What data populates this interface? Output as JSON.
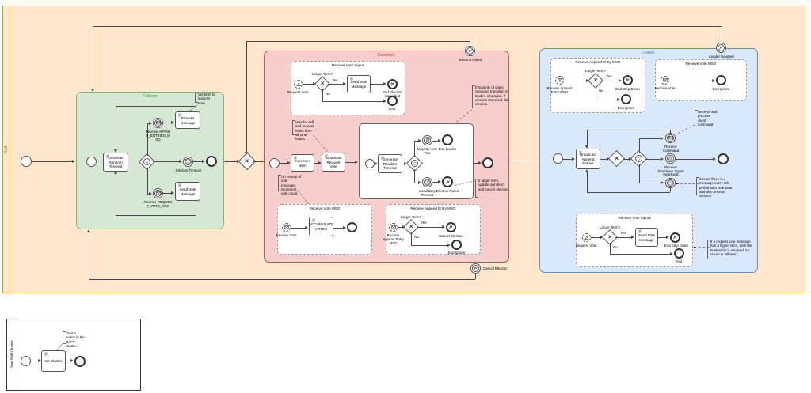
{
  "pool": {
    "label": "Raft"
  },
  "common": {
    "yes": "Yes",
    "no": "No"
  },
  "follower": {
    "label": "Follower",
    "task_generate": "Generate Random Timeout",
    "task_process": "Process Message",
    "task_send_vote": "Send Vote Message",
    "evt_append": "Receive APPEND_ENTRIES_MSG",
    "evt_timeout": "Election Timeout",
    "evt_request_vote": "Receive REQUEST_VOTE_MSG",
    "anno_set_term": "Set term to leader's term"
  },
  "candidate": {
    "label": "Candidate",
    "boundary_election_failed": "Election Failed",
    "boundary_cancel_election": "Cancel Election",
    "task_increment": "Increment term",
    "task_broadcast": "Broadcast Request Vote",
    "task_generate": "Generate Random Timeout",
    "evt_majority": "Majority Vote True",
    "end_leader": "End Leader",
    "evt_candidacy": "Candidacy Timeout",
    "end_election_failed": "Election Failed",
    "rvs": {
      "title": "Receive Vote Signal",
      "start": "Request Vote",
      "gateway": "Larger Term?",
      "task": "Send Vote Message",
      "end_cancelled": "End Election Cancelled",
      "end": "End"
    },
    "rvm": {
      "title": "Receive Vote MSG",
      "start": "Receive Vote",
      "task": "ACCUMULATE VOTES"
    },
    "rae": {
      "title": "Receive Append Entry MSG",
      "start": "Receive Append Entry MSG",
      "gateway": "Larger Term?",
      "end_cancel": "Cancel Election",
      "end_ignore": "End Ignore"
    },
    "anno_vote_self": "Vote for self and request votes from all other nodes",
    "anno_receipt": "On receipt of vote message, increment vote count.",
    "anno_majority": "If majority of votes received, transition to leader, otherwise, if election times out, fail election.",
    "anno_larger": "If larger term, update own term and cancel election"
  },
  "leader": {
    "label": "Leader",
    "boundary_usurped": "Leader Usurped",
    "task_broadcast": "Broadcast Append Entries",
    "evt_command": "Receive Command",
    "evt_shutdown": "Receive Shutdown Signal",
    "evt_heartbeat": "Heartbeat",
    "rae": {
      "title": "Receive Append Entry MSG",
      "start": "Receive Append Entry MSG",
      "gateway": "Larger Term?",
      "end_step_down": "End Step Down",
      "end_ignore": "End Ignore"
    },
    "rvm": {
      "title": "Receive Vote MSG",
      "start": "Receive Vote",
      "end_ignore": "End Ignore"
    },
    "rvs": {
      "title": "Receive Vote Signal",
      "start": "Request Vote",
      "gateway": "Larger Term?",
      "task": "Send Vote Message",
      "end_step_down": "End Step Down",
      "end": "End"
    },
    "anno_client": "Receive and process client command",
    "anno_heartbeat": "Ensure there is a message every nth period as a heartbeat and also prevent election",
    "anno_usurped": "If a request vote message has a higher term, then the leadership is usurped, so return to follower..."
  },
  "init_pool": {
    "label": "Start Raft Cluster",
    "task": "Init Cluster",
    "anno": "Start n nodes in the RAFT cluster..."
  },
  "colors": {
    "pool_fill": "#FFE6CC",
    "pool_border": "#D79B00",
    "follower_fill": "#D5E8D4",
    "follower_border": "#82B366",
    "candidate_fill": "#F8CECC",
    "candidate_border": "#B85450",
    "leader_fill": "#DAE8FC",
    "leader_border": "#6C8EBF"
  }
}
